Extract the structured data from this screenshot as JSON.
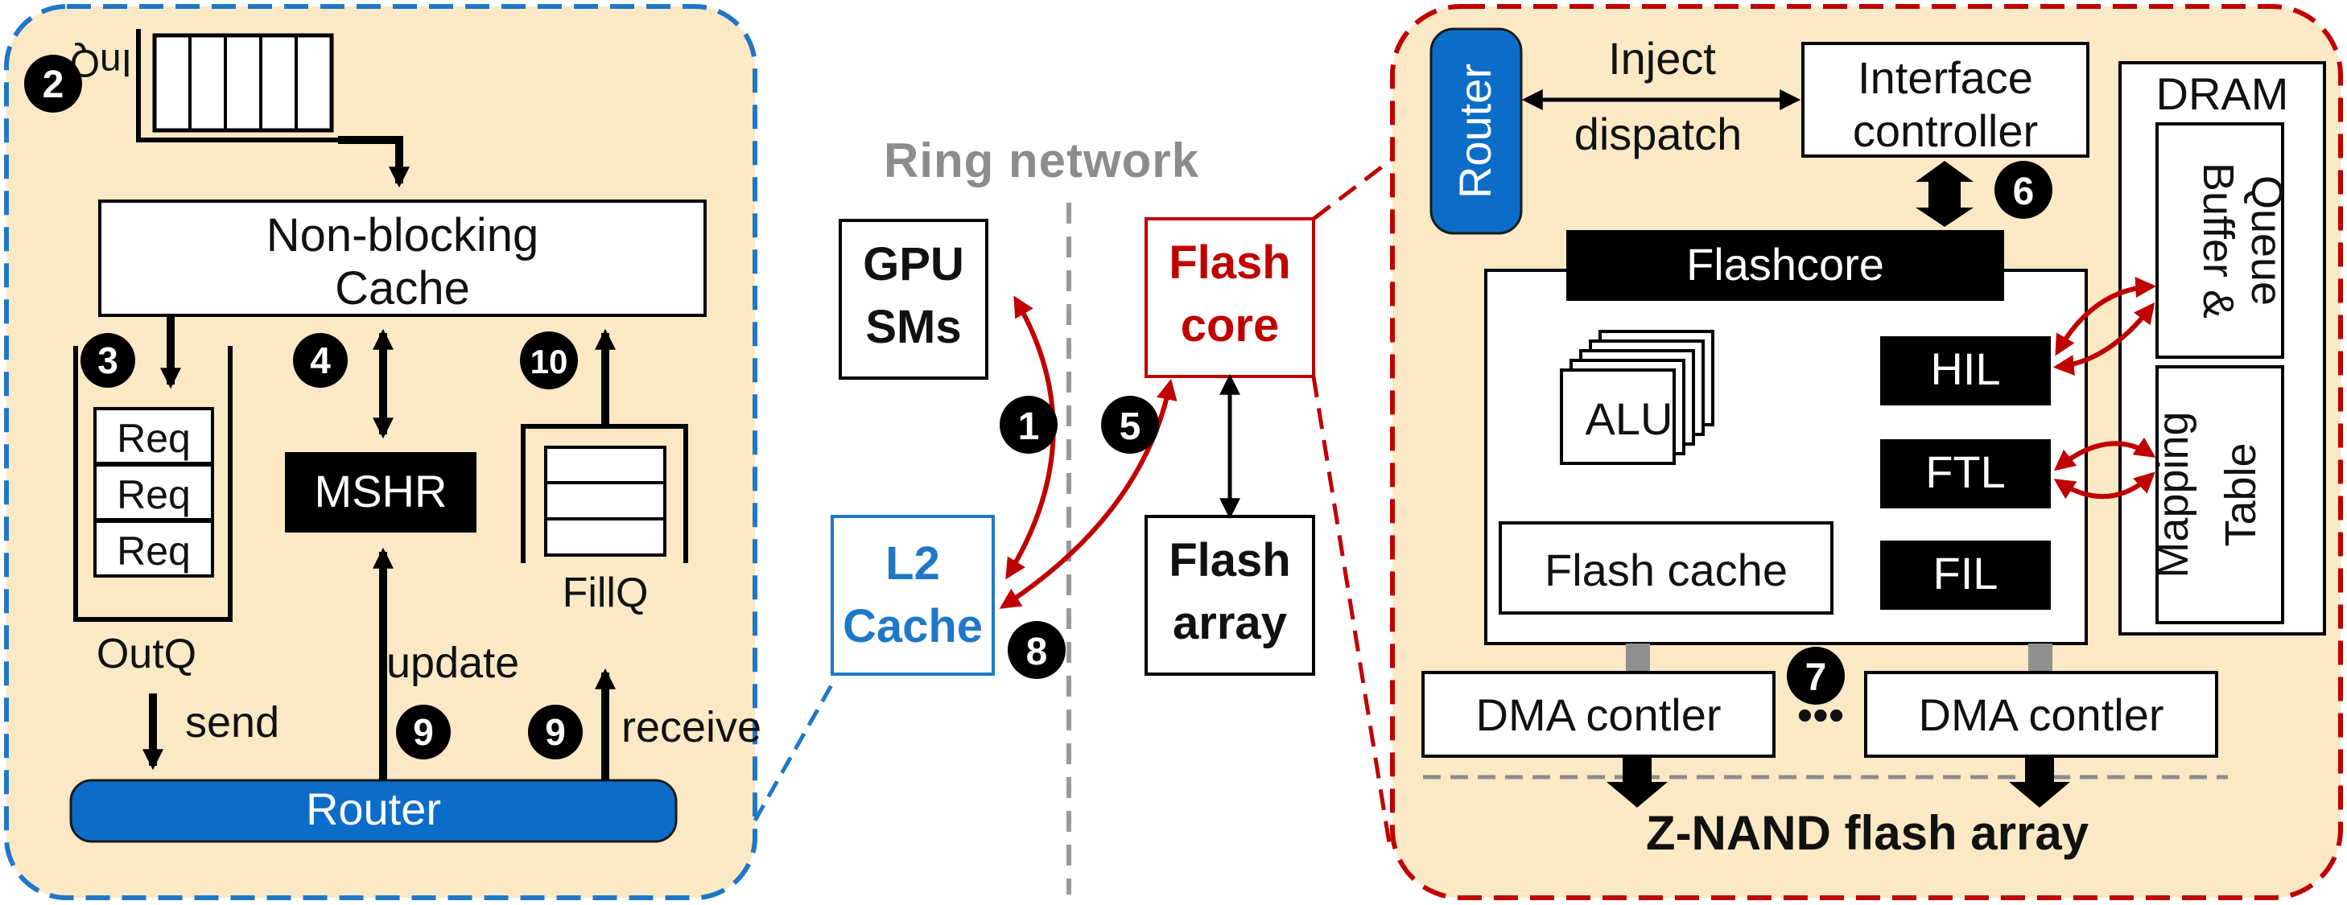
{
  "center": {
    "ring_network": "Ring network",
    "gpu_sms": [
      "GPU",
      "SMs"
    ],
    "flash_core": [
      "Flash",
      "core"
    ],
    "l2_cache": [
      "L2",
      "Cache"
    ],
    "flash_array": [
      "Flash",
      "array"
    ]
  },
  "left_panel": {
    "inq": "InQ",
    "cache": [
      "Non-blocking",
      "Cache"
    ],
    "outq": "OutQ",
    "req_items": [
      "Req",
      "Req",
      "Req"
    ],
    "mshr": "MSHR",
    "fillq": "FillQ",
    "update": "update",
    "send": "send",
    "receive": "receive",
    "router": "Router"
  },
  "right_panel": {
    "router": "Router",
    "inject": "Inject",
    "dispatch": "dispatch",
    "interface_controller": [
      "Interface",
      "controller"
    ],
    "dram": "DRAM",
    "buffer_queue": [
      "Buffer &",
      "Queue"
    ],
    "mapping_table": [
      "Mapping",
      "Table"
    ],
    "flashcore": "Flashcore",
    "alu": "ALU",
    "hil": "HIL",
    "ftl": "FTL",
    "fil": "FIL",
    "flash_cache": "Flash cache",
    "dma_left": "DMA contler",
    "dma_right": "DMA contler",
    "ellipsis": "•••",
    "znand": "Z-NAND flash array"
  },
  "steps": [
    "1",
    "2",
    "3",
    "4",
    "5",
    "6",
    "7",
    "8",
    "9",
    "9",
    "10"
  ],
  "colors": {
    "panel_fill": "#fbe9c6",
    "blue": "#1f77c8",
    "router_blue": "#0b6dc7",
    "red": "#c00000",
    "gray": "#909090",
    "black": "#000000"
  }
}
